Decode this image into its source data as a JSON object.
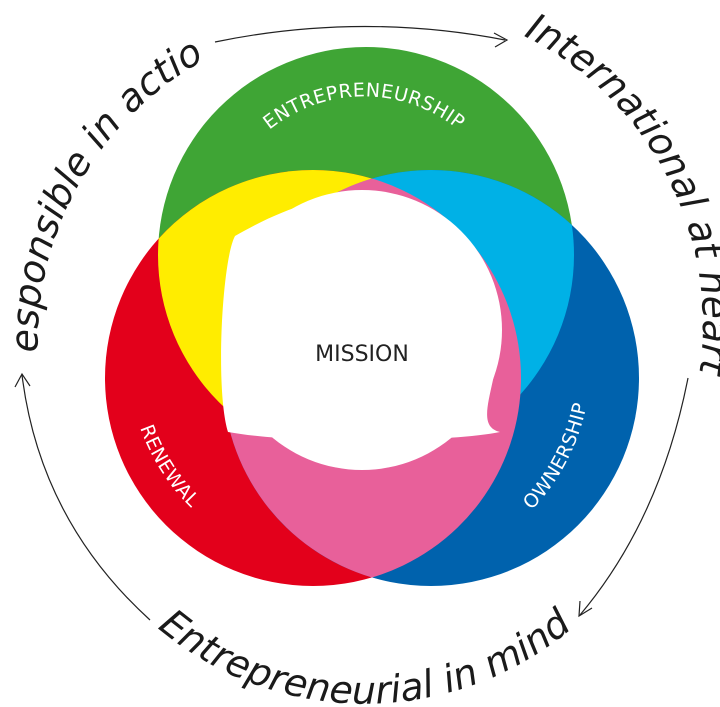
{
  "center": {
    "label": "MISSION"
  },
  "circles": [
    {
      "id": "entrepreneurship",
      "label": "ENTREPRENEURSHIP",
      "color": "#3fa535"
    },
    {
      "id": "renewal",
      "label": "RENEWAL",
      "color": "#e3001b"
    },
    {
      "id": "ownership",
      "label": "OWNERSHIP",
      "color": "#0062ad"
    }
  ],
  "overlaps": {
    "entrepreneurship_renewal": "#ffed00",
    "entrepreneurship_ownership": "#00b1e6",
    "renewal_ownership": "#e8609a"
  },
  "outer_ring": [
    {
      "id": "responsible",
      "label": "Responsible in action"
    },
    {
      "id": "international",
      "label": "International at heart"
    },
    {
      "id": "entrepreneurial",
      "label": "Entrepreneurial in mind"
    }
  ]
}
